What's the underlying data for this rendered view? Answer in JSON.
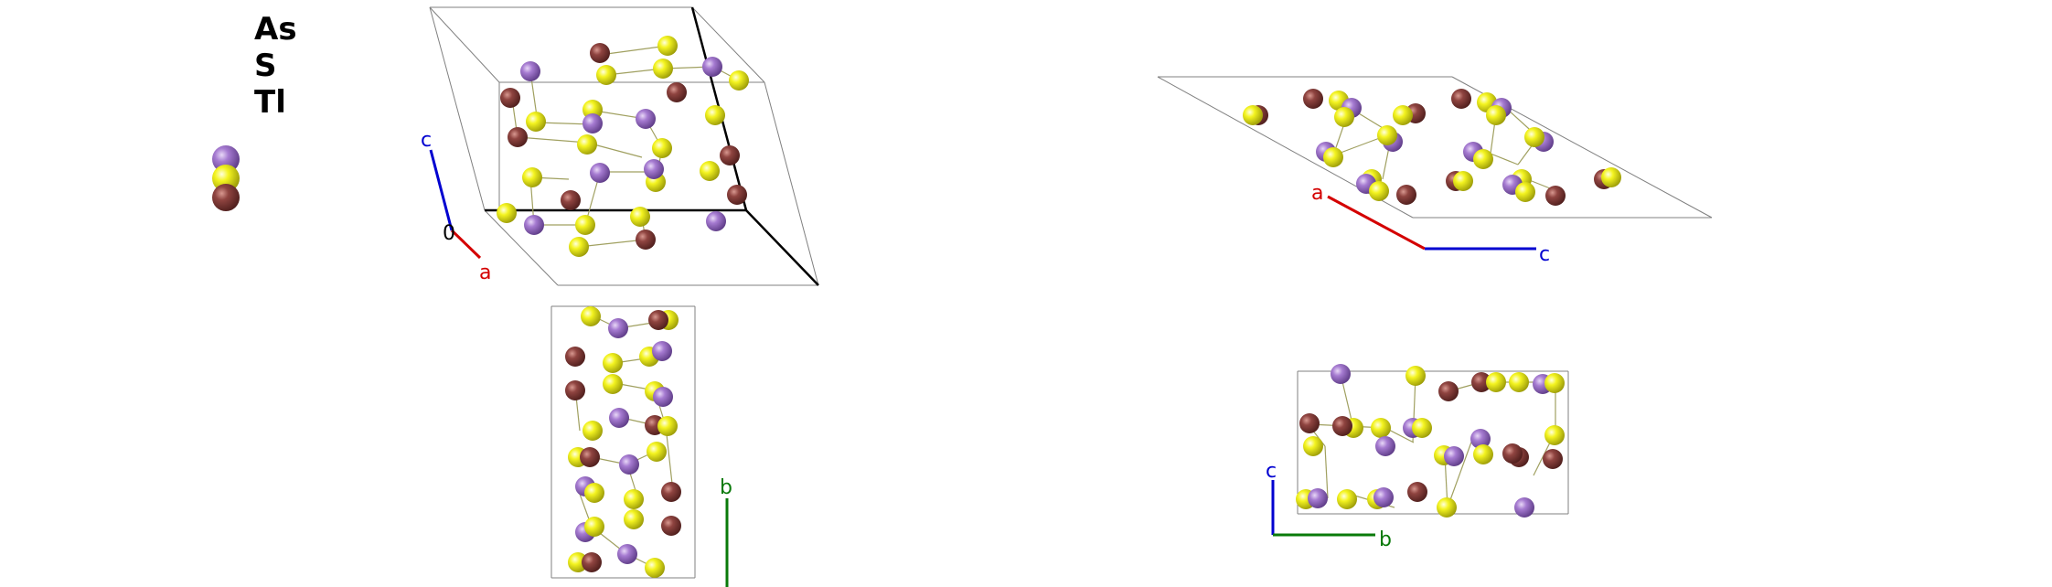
{
  "legend": {
    "elements": [
      {
        "symbol": "As",
        "color": "#9b6fc6"
      },
      {
        "symbol": "S",
        "color": "#f2f21e"
      },
      {
        "symbol": "Tl",
        "color": "#8b3f3a"
      }
    ]
  },
  "axes": {
    "a": {
      "label": "a",
      "color": "#d40000"
    },
    "b": {
      "label": "b",
      "color": "#0a7a0a"
    },
    "c": {
      "label": "c",
      "color": "#0000d0"
    },
    "origin": {
      "label": "0",
      "color": "#000000"
    }
  },
  "panels": {
    "perspective": {
      "axis_labels": [
        "c",
        "0",
        "a"
      ]
    },
    "view_ac": {
      "axis_labels": [
        "a",
        "c"
      ]
    },
    "view_b": {
      "axis_labels": [
        "b"
      ]
    },
    "view_bc": {
      "axis_labels": [
        "c",
        "b"
      ]
    }
  },
  "colors": {
    "cell_edge": "#808080",
    "cell_edge_bold": "#000000",
    "bond": "#a0a060"
  }
}
